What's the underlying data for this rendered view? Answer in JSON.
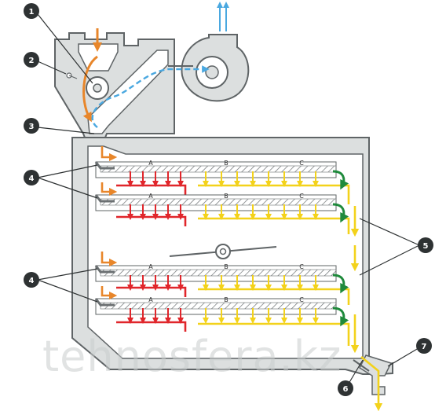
{
  "watermark": "tehnosfera.kz",
  "callouts": [
    {
      "id": "1",
      "label": "1"
    },
    {
      "id": "2",
      "label": "2"
    },
    {
      "id": "3",
      "label": "3"
    },
    {
      "id": "4a",
      "label": "4"
    },
    {
      "id": "4b",
      "label": "4"
    },
    {
      "id": "5",
      "label": "5"
    },
    {
      "id": "6",
      "label": "6"
    },
    {
      "id": "7",
      "label": "7"
    }
  ],
  "zone_labels": {
    "a": "A",
    "b": "B",
    "c": "C"
  },
  "colors": {
    "housing_fill": "#dcdfdf",
    "housing_stroke": "#5f6466",
    "interior": "#ffffff",
    "feed": "#e8862a",
    "zone_a": "#e0262b",
    "zone_b": "#f3d21b",
    "zone_c": "#1f8a3c",
    "air": "#4aa8e0",
    "screen": "#7a7f80",
    "badge": "#2e3233"
  }
}
